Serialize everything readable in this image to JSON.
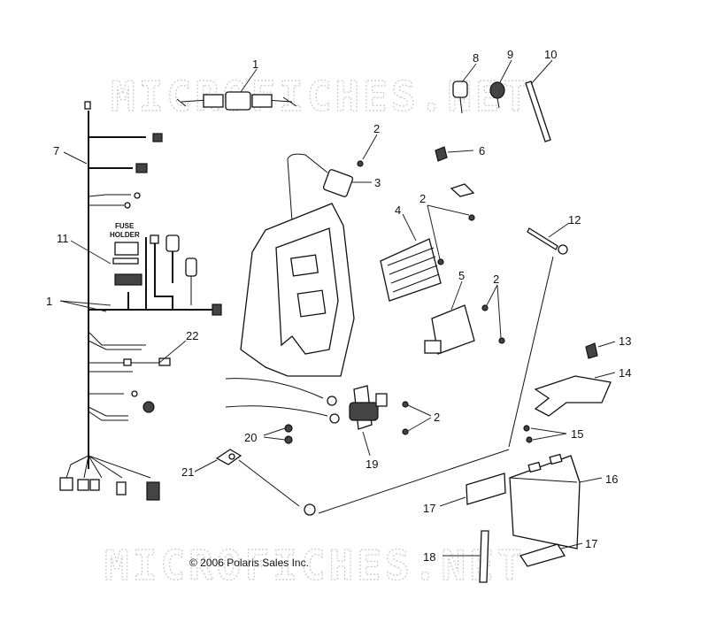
{
  "watermark": {
    "text": "MICROFICHES.NET"
  },
  "copyright": "© 2006 Polaris Sales Inc.",
  "fuse_holder": {
    "line1": "FUSE",
    "line2": "HOLDER"
  },
  "callouts": {
    "c1_top": "1",
    "c1_left": "1",
    "c2_a": "2",
    "c2_b": "2",
    "c2_c": "2",
    "c2_d": "2",
    "c3": "3",
    "c4": "4",
    "c5": "5",
    "c6": "6",
    "c7": "7",
    "c8": "8",
    "c9": "9",
    "c10": "10",
    "c11": "11",
    "c12": "12",
    "c13": "13",
    "c14": "14",
    "c15": "15",
    "c16": "16",
    "c17_a": "17",
    "c17_b": "17",
    "c18": "18",
    "c19": "19",
    "c20": "20",
    "c21": "21",
    "c22": "22"
  },
  "colors": {
    "line": "#111111",
    "watermark": "#c8c8c8",
    "background": "#ffffff"
  }
}
